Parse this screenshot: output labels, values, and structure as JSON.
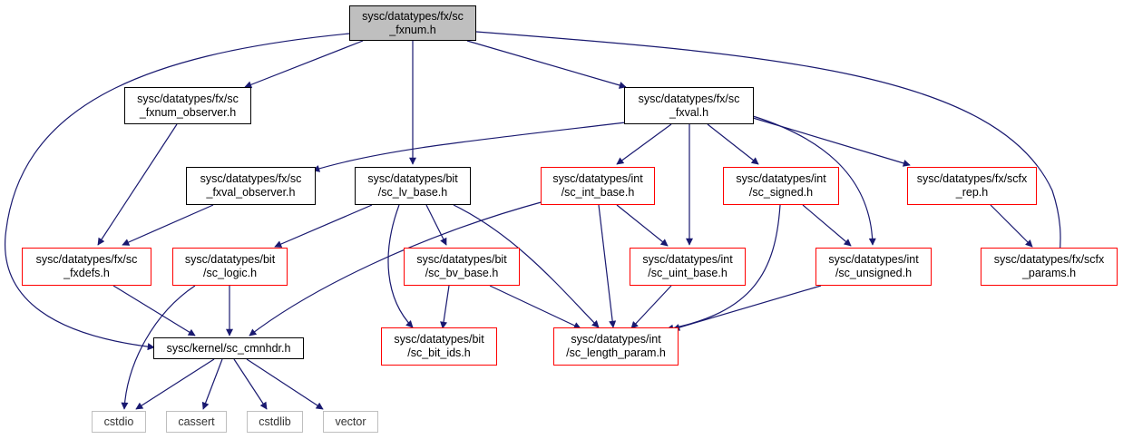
{
  "colors": {
    "edge": "#191970",
    "red_border": "#ff0000",
    "gray_border": "#bfbfbf",
    "root_fill": "#bfbfbf"
  },
  "nodes": {
    "fxnum": {
      "lines": [
        "sysc/datatypes/fx/sc",
        "_fxnum.h"
      ]
    },
    "fxnum_observer": {
      "lines": [
        "sysc/datatypes/fx/sc",
        "_fxnum_observer.h"
      ]
    },
    "fxval": {
      "lines": [
        "sysc/datatypes/fx/sc",
        "_fxval.h"
      ]
    },
    "fxval_observer": {
      "lines": [
        "sysc/datatypes/fx/sc",
        "_fxval_observer.h"
      ]
    },
    "lv_base": {
      "lines": [
        "sysc/datatypes/bit",
        "/sc_lv_base.h"
      ]
    },
    "int_base": {
      "lines": [
        "sysc/datatypes/int",
        "/sc_int_base.h"
      ]
    },
    "signed": {
      "lines": [
        "sysc/datatypes/int",
        "/sc_signed.h"
      ]
    },
    "scfx_rep": {
      "lines": [
        "sysc/datatypes/fx/scfx",
        "_rep.h"
      ]
    },
    "fxdefs": {
      "lines": [
        "sysc/datatypes/fx/sc",
        "_fxdefs.h"
      ]
    },
    "logic": {
      "lines": [
        "sysc/datatypes/bit",
        "/sc_logic.h"
      ]
    },
    "bv_base": {
      "lines": [
        "sysc/datatypes/bit",
        "/sc_bv_base.h"
      ]
    },
    "uint_base": {
      "lines": [
        "sysc/datatypes/int",
        "/sc_uint_base.h"
      ]
    },
    "unsigned": {
      "lines": [
        "sysc/datatypes/int",
        "/sc_unsigned.h"
      ]
    },
    "scfx_params": {
      "lines": [
        "sysc/datatypes/fx/scfx",
        "_params.h"
      ]
    },
    "cmnhdr": {
      "lines": [
        "sysc/kernel/sc_cmnhdr.h"
      ]
    },
    "bit_ids": {
      "lines": [
        "sysc/datatypes/bit",
        "/sc_bit_ids.h"
      ]
    },
    "length_param": {
      "lines": [
        "sysc/datatypes/int",
        "/sc_length_param.h"
      ]
    },
    "cstdio": {
      "lines": [
        "cstdio"
      ]
    },
    "cassert": {
      "lines": [
        "cassert"
      ]
    },
    "cstdlib": {
      "lines": [
        "cstdlib"
      ]
    },
    "vector": {
      "lines": [
        "vector"
      ]
    }
  }
}
